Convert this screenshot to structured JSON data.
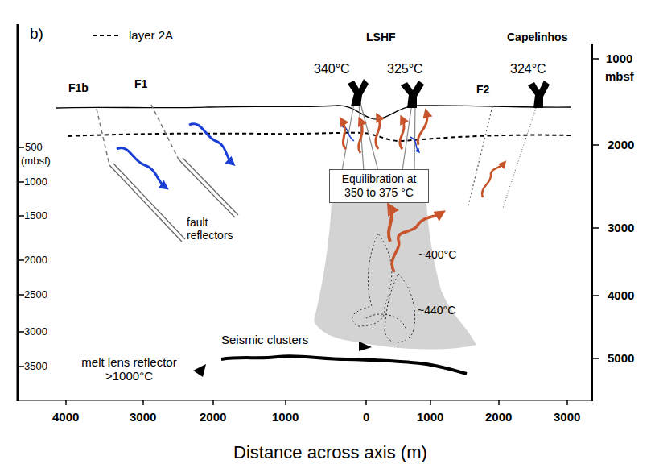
{
  "diagram": {
    "nodes": [
      {
        "text": [
          "Equilibration at 350 to 375 °C"
        ]
      }
    ],
    "labels": [
      "b)",
      "LSHF",
      "Capelinhos",
      "340°C",
      "325°C",
      "324°C",
      "F1b",
      "F1",
      "F2",
      "fault reflectors",
      "~400°C",
      "~440°C",
      "Seismic clusters",
      "melt lens reflector >1000°C",
      "500",
      "(mbsf)",
      "1000",
      "1500",
      "2000",
      "2500",
      "3000",
      "3500",
      "1000",
      "mbsf",
      "2000",
      "3000",
      "4000",
      "5000",
      "4000",
      "3000",
      "2000",
      "1000",
      "0",
      "1000",
      "2000",
      "3000",
      "Distance across axis (m)"
    ],
    "legend": [
      {
        "text": "layer 2A"
      }
    ]
  }
}
